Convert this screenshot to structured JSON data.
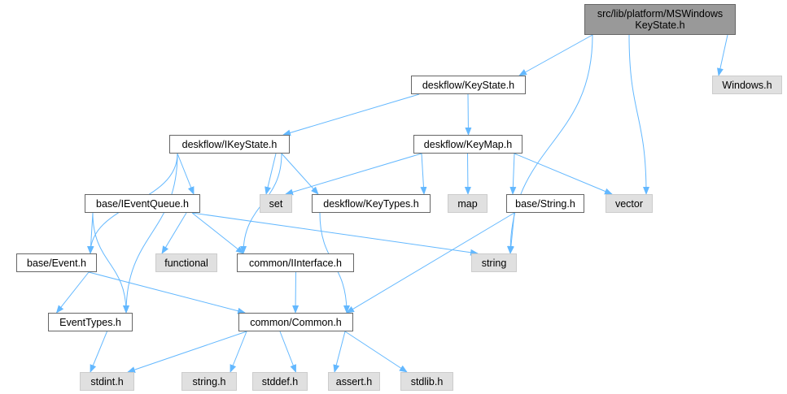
{
  "graph": {
    "nodes": [
      {
        "id": "root",
        "label": "src/lib/platform/MSWindows\nKeyState.h",
        "kind": "root"
      },
      {
        "id": "keystate",
        "label": "deskflow/KeyState.h",
        "kind": "local"
      },
      {
        "id": "windows",
        "label": "Windows.h",
        "kind": "system"
      },
      {
        "id": "ikeystate",
        "label": "deskflow/IKeyState.h",
        "kind": "local"
      },
      {
        "id": "keymap",
        "label": "deskflow/KeyMap.h",
        "kind": "local"
      },
      {
        "id": "ieventqueue",
        "label": "base/IEventQueue.h",
        "kind": "local"
      },
      {
        "id": "set",
        "label": "set",
        "kind": "system"
      },
      {
        "id": "keytypes",
        "label": "deskflow/KeyTypes.h",
        "kind": "local"
      },
      {
        "id": "map",
        "label": "map",
        "kind": "system"
      },
      {
        "id": "basestring",
        "label": "base/String.h",
        "kind": "local"
      },
      {
        "id": "vector",
        "label": "vector",
        "kind": "system"
      },
      {
        "id": "event",
        "label": "base/Event.h",
        "kind": "local"
      },
      {
        "id": "functional",
        "label": "functional",
        "kind": "system"
      },
      {
        "id": "iinterface",
        "label": "common/IInterface.h",
        "kind": "local"
      },
      {
        "id": "string",
        "label": "string",
        "kind": "system"
      },
      {
        "id": "eventtypes",
        "label": "EventTypes.h",
        "kind": "local"
      },
      {
        "id": "common",
        "label": "common/Common.h",
        "kind": "local"
      },
      {
        "id": "stdint",
        "label": "stdint.h",
        "kind": "system"
      },
      {
        "id": "stringh",
        "label": "string.h",
        "kind": "system"
      },
      {
        "id": "stddef",
        "label": "stddef.h",
        "kind": "system"
      },
      {
        "id": "assert",
        "label": "assert.h",
        "kind": "system"
      },
      {
        "id": "stdlib",
        "label": "stdlib.h",
        "kind": "system"
      }
    ],
    "edges": [
      [
        "root",
        "keystate"
      ],
      [
        "root",
        "windows"
      ],
      [
        "root",
        "vector"
      ],
      [
        "root",
        "string"
      ],
      [
        "keystate",
        "ikeystate"
      ],
      [
        "keystate",
        "keymap"
      ],
      [
        "ikeystate",
        "ieventqueue"
      ],
      [
        "ikeystate",
        "set"
      ],
      [
        "ikeystate",
        "keytypes"
      ],
      [
        "ikeystate",
        "event"
      ],
      [
        "ikeystate",
        "eventtypes"
      ],
      [
        "ikeystate",
        "iinterface"
      ],
      [
        "keymap",
        "set"
      ],
      [
        "keymap",
        "keytypes"
      ],
      [
        "keymap",
        "map"
      ],
      [
        "keymap",
        "basestring"
      ],
      [
        "keymap",
        "vector"
      ],
      [
        "ieventqueue",
        "event"
      ],
      [
        "ieventqueue",
        "functional"
      ],
      [
        "ieventqueue",
        "iinterface"
      ],
      [
        "ieventqueue",
        "string"
      ],
      [
        "ieventqueue",
        "eventtypes"
      ],
      [
        "keytypes",
        "common"
      ],
      [
        "basestring",
        "string"
      ],
      [
        "basestring",
        "common"
      ],
      [
        "event",
        "eventtypes"
      ],
      [
        "event",
        "common"
      ],
      [
        "iinterface",
        "common"
      ],
      [
        "eventtypes",
        "stdint"
      ],
      [
        "common",
        "stdint"
      ],
      [
        "common",
        "stringh"
      ],
      [
        "common",
        "stddef"
      ],
      [
        "common",
        "assert"
      ],
      [
        "common",
        "stdlib"
      ]
    ],
    "colors": {
      "edge": "#63b8ff",
      "local_border": "#666666",
      "system_fill": "#e0e0e0",
      "system_border": "#cccccc",
      "root_fill": "#999999"
    }
  }
}
